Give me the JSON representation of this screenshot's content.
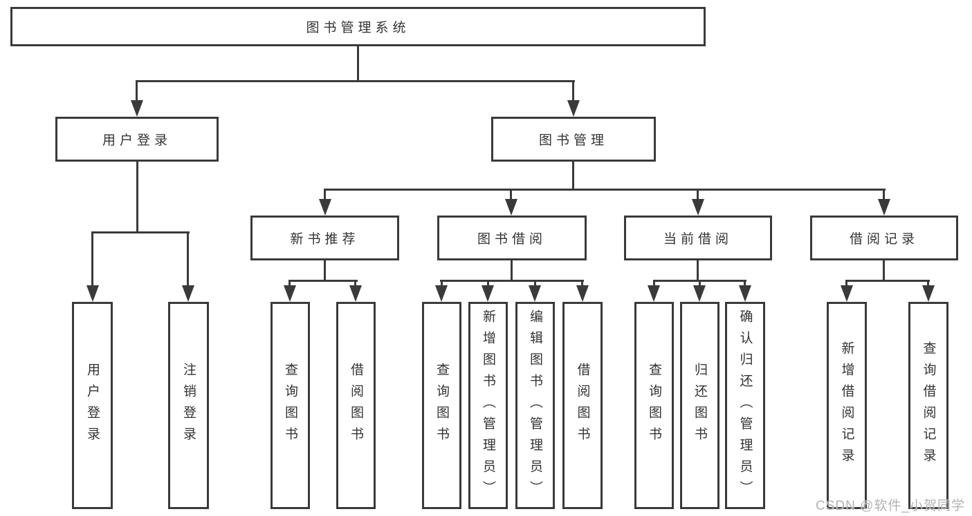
{
  "diagram": {
    "root": {
      "label": "图书管理系统"
    },
    "branches": [
      {
        "label": "用户登录",
        "leaves": [
          {
            "label": "用户登录"
          },
          {
            "label": "注销登录"
          }
        ]
      },
      {
        "label": "图书管理",
        "groups": [
          {
            "label": "新书推荐",
            "leaves": [
              {
                "label": "查询图书"
              },
              {
                "label": "借阅图书"
              }
            ]
          },
          {
            "label": "图书借阅",
            "leaves": [
              {
                "label": "查询图书"
              },
              {
                "label": "新增图书（管理员）"
              },
              {
                "label": "编辑图书（管理员）"
              },
              {
                "label": "借阅图书"
              }
            ]
          },
          {
            "label": "当前借阅",
            "leaves": [
              {
                "label": "查询图书"
              },
              {
                "label": "归还图书"
              },
              {
                "label": "确认归还（管理员）"
              }
            ]
          },
          {
            "label": "借阅记录",
            "leaves": [
              {
                "label": "新增借阅记录"
              },
              {
                "label": "查询借阅记录"
              }
            ]
          }
        ]
      }
    ]
  },
  "watermark": {
    "text": "CSDN @软件_小贺同学"
  },
  "colors": {
    "line": "#3a3a3a",
    "text": "#333333",
    "watermark": "#b3b3b3",
    "background": "#ffffff"
  }
}
